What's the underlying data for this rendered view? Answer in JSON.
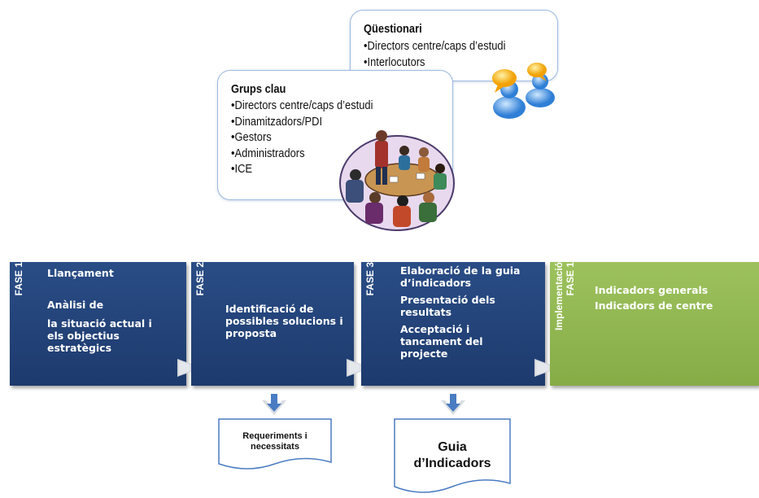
{
  "questionnaire": {
    "title": "Qüestionari",
    "items": [
      "Directors centre/caps d’estudi",
      "Interlocutors"
    ]
  },
  "key_groups": {
    "title": "Grups clau",
    "items": [
      "Directors centre/caps d’estudi",
      "Dinamitzadors/PDI",
      "Gestors",
      "Administradors",
      "ICE"
    ]
  },
  "phases": [
    {
      "tab": "FASE 1",
      "lines": [
        "Llançament",
        "Anàlisi de",
        "la situació actual i els objectius estratègics"
      ]
    },
    {
      "tab": "FASE 2",
      "lines": [
        "Identificació de possibles solucions i proposta"
      ]
    },
    {
      "tab": "FASE 3",
      "lines": [
        "Elaboració de la guia d’indicadors",
        "Presentació dels resultats",
        "Acceptació i tancament del projecte"
      ]
    },
    {
      "tab": "Implementació FASE 1",
      "tab_line1": "Implementació",
      "tab_line2": "FASE 1",
      "lines": [
        "Indicadors generals",
        "Indicadors de centre"
      ]
    }
  ],
  "outputs": {
    "requirements": "Requeriments i necessitats",
    "guide_line1": "Guia",
    "guide_line2": "d’Indicadors"
  },
  "colors": {
    "phase_blue": "#1f3d72",
    "phase_green": "#8fb54f",
    "callout_border": "#9dbbe0",
    "arrow_blue": "#4a7cc2"
  }
}
